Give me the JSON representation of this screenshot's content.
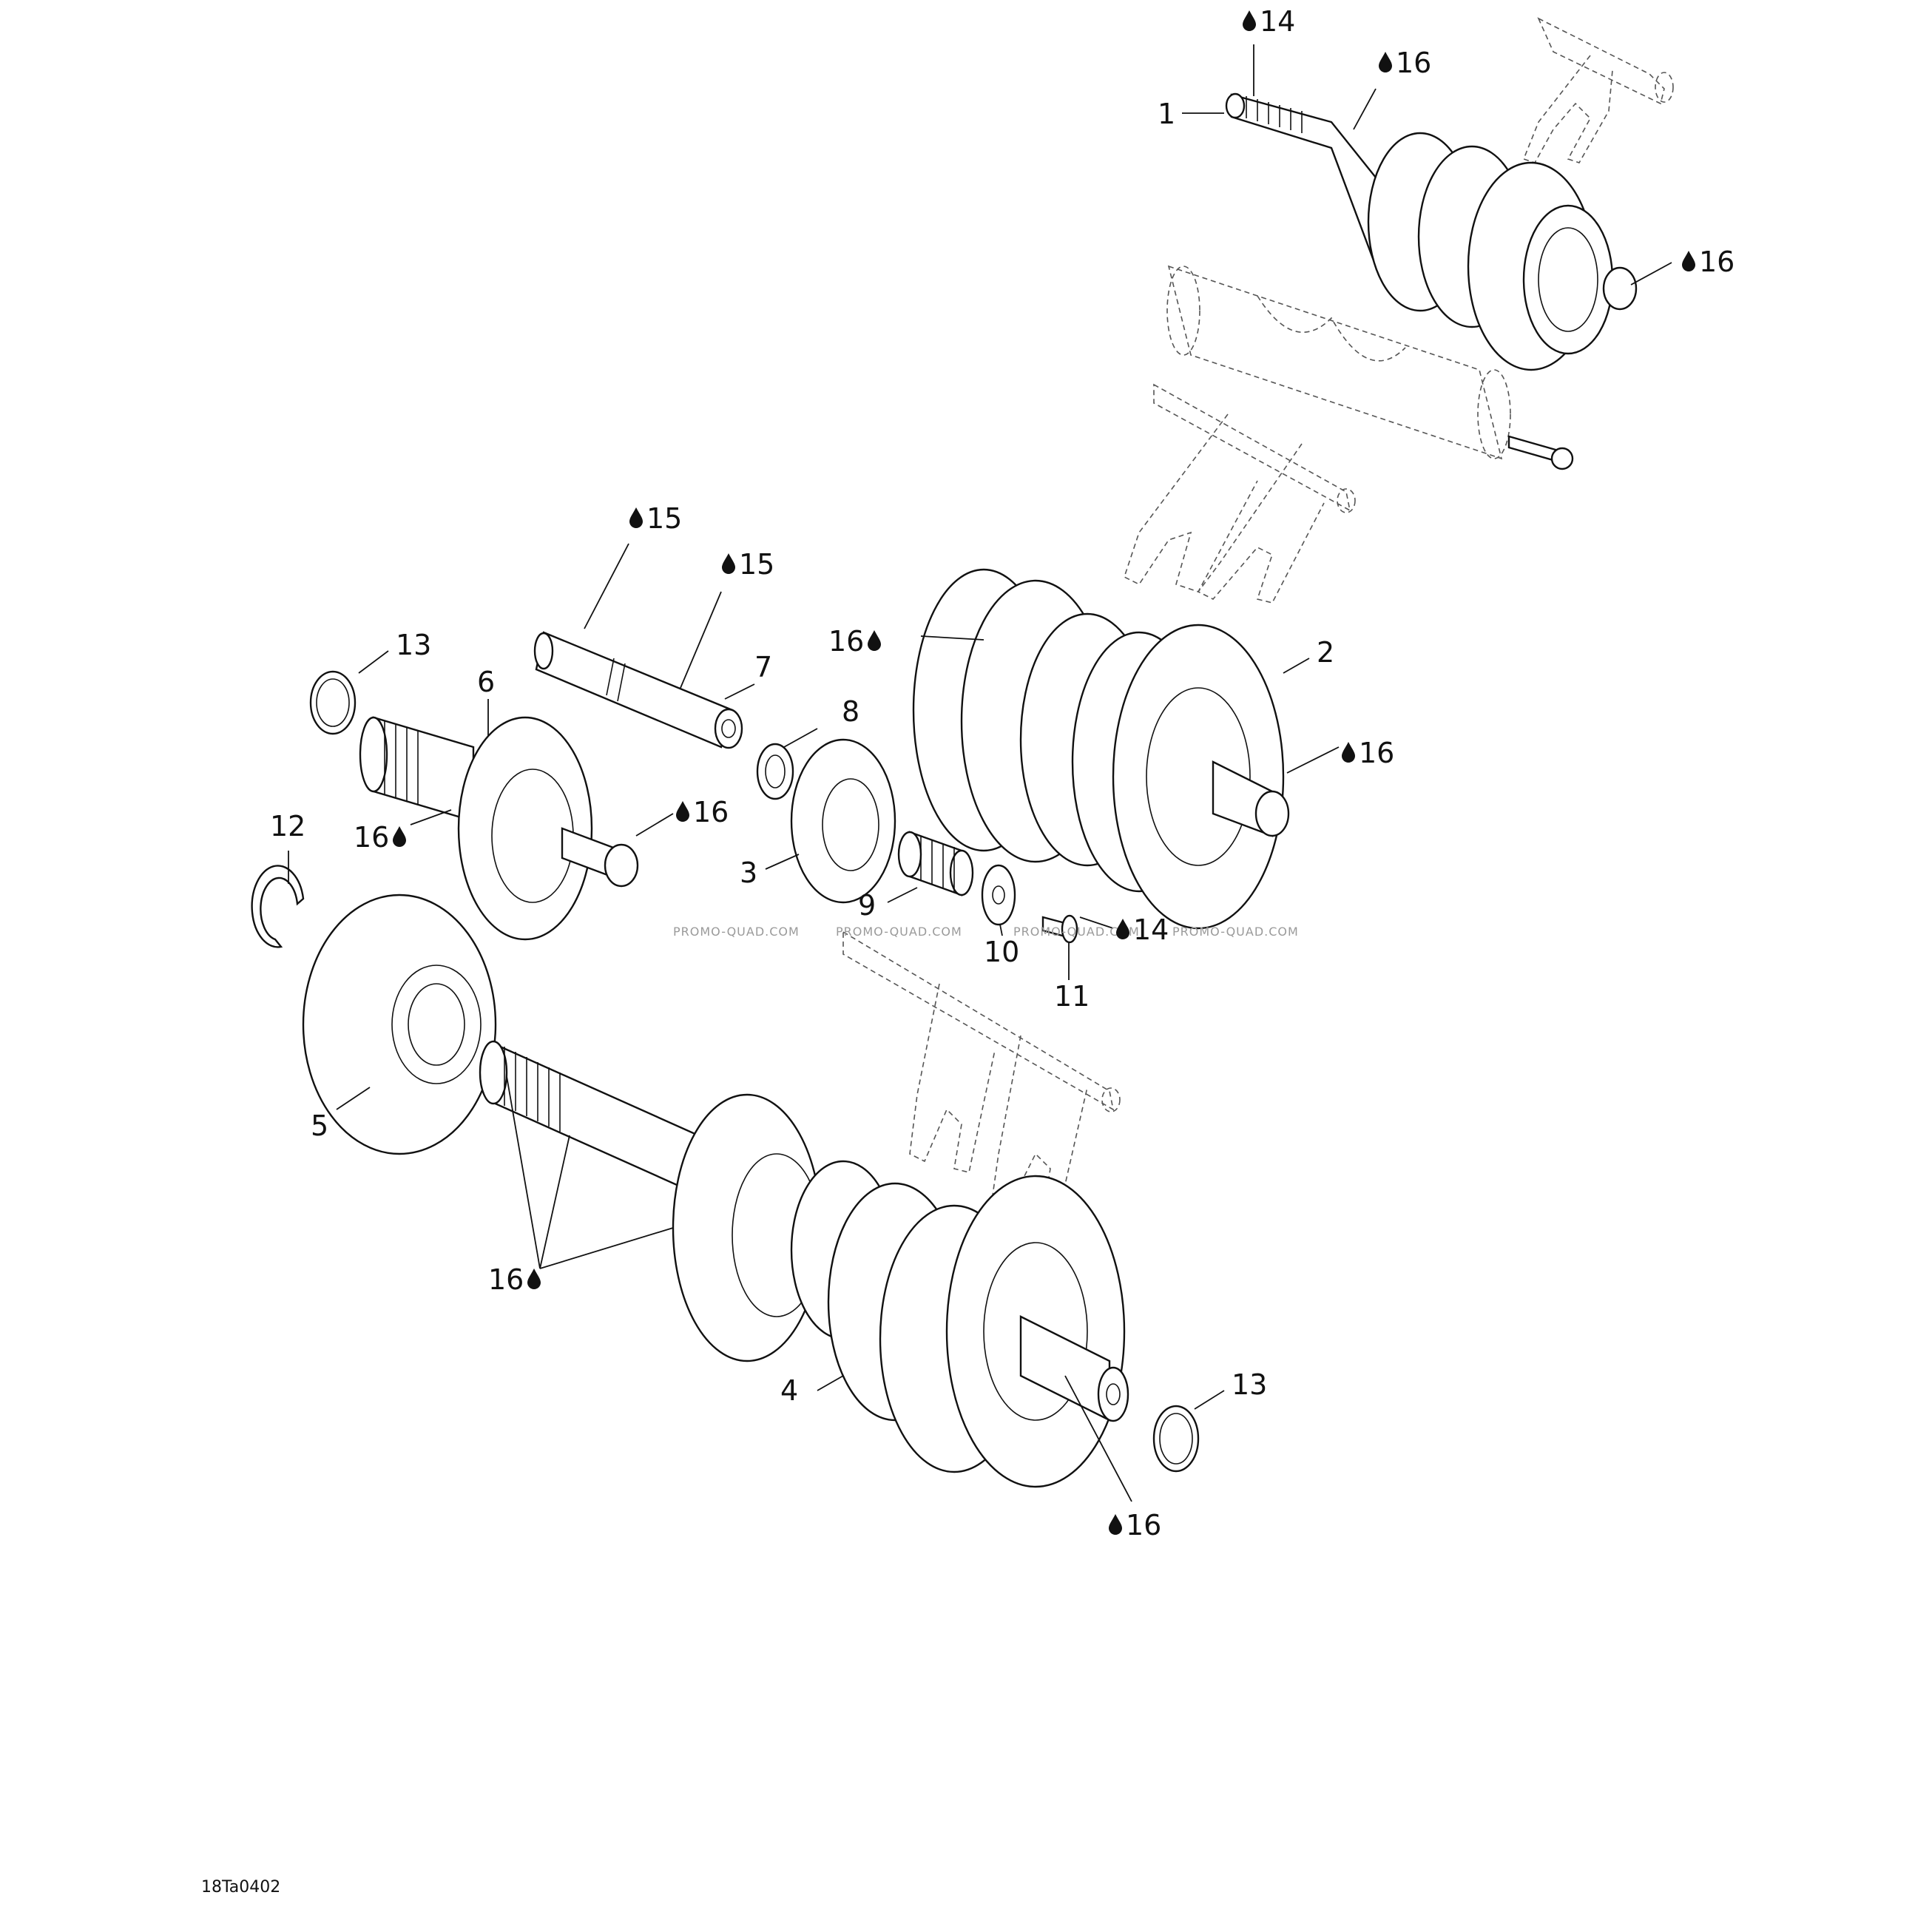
{
  "figure_id": "18Ta0402",
  "watermark": "PROMO-QUAD.COM",
  "callouts": [
    {
      "id": "c1",
      "text": "1"
    },
    {
      "id": "c2",
      "text": "2"
    },
    {
      "id": "c3",
      "text": "3"
    },
    {
      "id": "c4",
      "text": "4"
    },
    {
      "id": "c5",
      "text": "5"
    },
    {
      "id": "c6",
      "text": "6"
    },
    {
      "id": "c7",
      "text": "7"
    },
    {
      "id": "c8",
      "text": "8"
    },
    {
      "id": "c9",
      "text": "9"
    },
    {
      "id": "c10",
      "text": "10"
    },
    {
      "id": "c11",
      "text": "11"
    },
    {
      "id": "c12",
      "text": "12"
    },
    {
      "id": "c13a",
      "text": "13"
    },
    {
      "id": "c13b",
      "text": "13"
    }
  ],
  "lubricant_marks": [
    {
      "id": "l14a",
      "text": "14"
    },
    {
      "id": "l16a",
      "text": "16"
    },
    {
      "id": "l16b",
      "text": "16"
    },
    {
      "id": "l15a",
      "text": "15"
    },
    {
      "id": "l15b",
      "text": "15"
    },
    {
      "id": "l16c",
      "text": "16"
    },
    {
      "id": "l16d",
      "text": "16"
    },
    {
      "id": "l16e",
      "text": "16"
    },
    {
      "id": "l16f",
      "text": "16"
    },
    {
      "id": "l14b",
      "text": "14"
    },
    {
      "id": "l16g",
      "text": "16"
    },
    {
      "id": "l16h",
      "text": "16"
    }
  ]
}
